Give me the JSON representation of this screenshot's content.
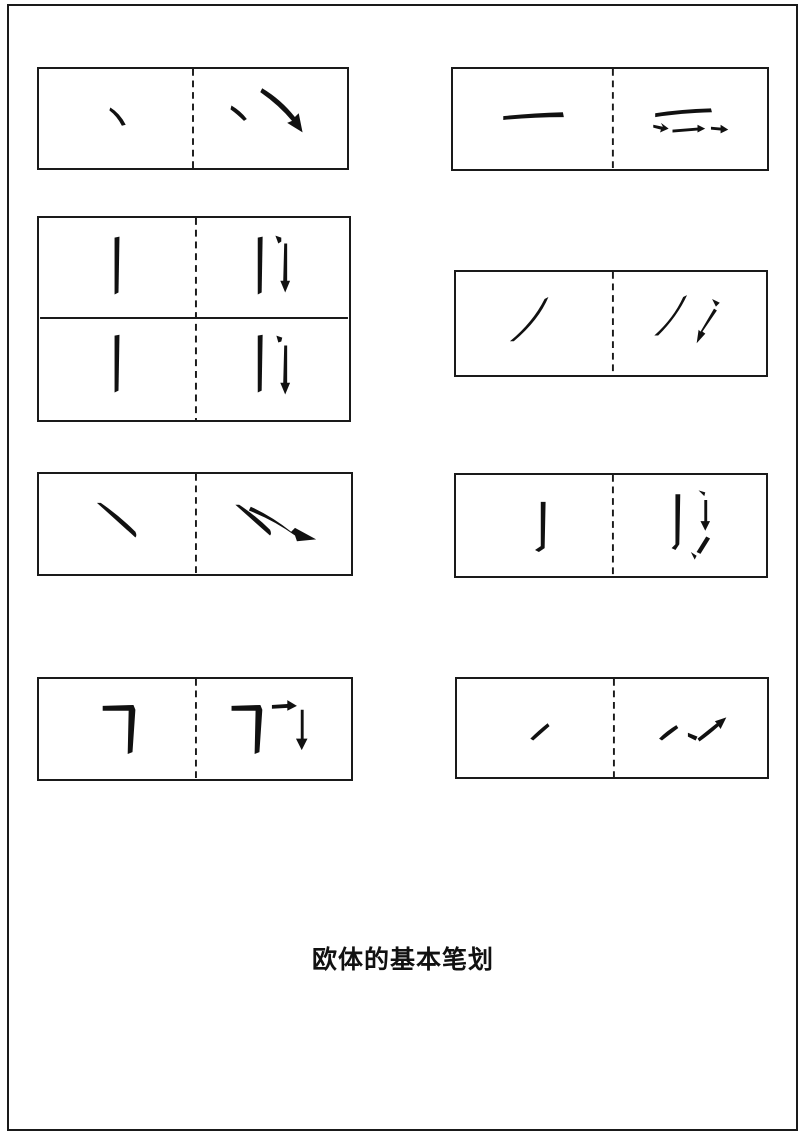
{
  "figure": {
    "caption": "欧体的基本笔划",
    "ink_color": "#111111",
    "frame_color": "#1a1a1a",
    "strokes": [
      {
        "id": "dian",
        "icon": "dot-stroke"
      },
      {
        "id": "heng",
        "icon": "horizontal-stroke"
      },
      {
        "id": "shu-upper",
        "icon": "vertical-stroke"
      },
      {
        "id": "shu-lower",
        "icon": "vertical-stroke"
      },
      {
        "id": "pie",
        "icon": "left-falling-stroke"
      },
      {
        "id": "na",
        "icon": "right-falling-stroke"
      },
      {
        "id": "gou",
        "icon": "hook-stroke"
      },
      {
        "id": "zhe",
        "icon": "turning-stroke"
      },
      {
        "id": "ti",
        "icon": "rising-stroke"
      }
    ]
  }
}
